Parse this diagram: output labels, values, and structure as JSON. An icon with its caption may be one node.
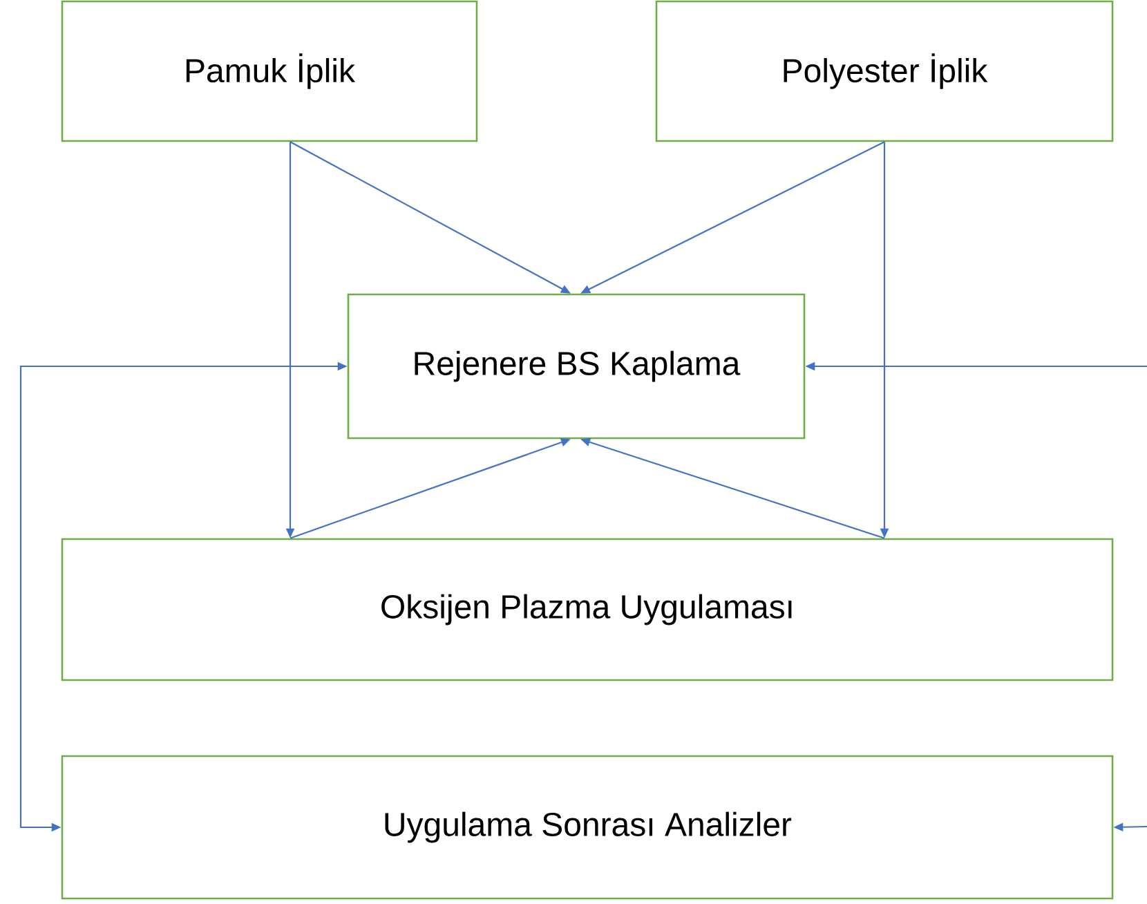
{
  "diagram": {
    "nodes": [
      {
        "text": [
          "Pamuk İplik"
        ]
      },
      {
        "text": [
          "Polyester İplik"
        ]
      },
      {
        "text": [
          "Rejenere BS Kaplama"
        ]
      },
      {
        "text": [
          "Oksijen Plazma Uygulaması"
        ]
      },
      {
        "text": [
          "Uygulama Sonrası Analizler"
        ]
      }
    ],
    "edges": [
      {
        "from": 0,
        "to": 2,
        "arrow": "to"
      },
      {
        "from": 1,
        "to": 2,
        "arrow": "to"
      },
      {
        "from": 0,
        "to": 3,
        "arrow": "to"
      },
      {
        "from": 1,
        "to": 3,
        "arrow": "to"
      },
      {
        "from": 3,
        "to": 2,
        "arrow": "to"
      },
      {
        "from": 3,
        "to": 2,
        "arrow": "to"
      },
      {
        "from": 4,
        "to": 2,
        "arrow": "both"
      },
      {
        "from": null,
        "to": 2,
        "arrow": "to"
      },
      {
        "from": null,
        "to": 4,
        "arrow": "to"
      }
    ]
  }
}
